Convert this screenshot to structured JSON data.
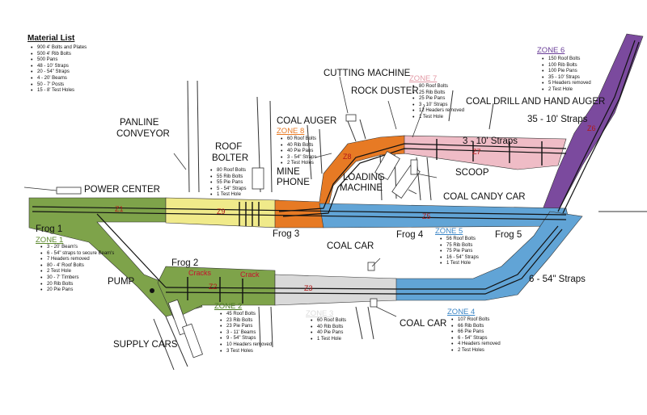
{
  "material_list": {
    "title": "Material List",
    "items": [
      "900 4' Bolts and Plates",
      "500 4' Rib Bolts",
      "500 Pans",
      "48 - 10' Straps",
      "20 - 54\" Straps",
      "4 - 20' Beams",
      "50 - 7' Posts",
      "15 - 8' Test Holes"
    ]
  },
  "zones": {
    "zone1": {
      "title": "ZONE 1",
      "items": [
        "3 - 20' Beam's",
        "6 - 54\" straps to secure Beam's",
        "7 Headers removed",
        "80 - 4' Roof Bolts",
        "2 Test Hole",
        "30 - 7' Timbers",
        "20 Rib Bolts",
        "20 Pie Pans"
      ]
    },
    "zone2": {
      "title": "ZONE 2",
      "items": [
        "45 Roof Bolts",
        "23 Rib Bolts",
        "23 Pie Pans",
        "3 - 11' Beams",
        "9 - 54\" Straps",
        "10 Headers removed",
        "3 Test Holes"
      ]
    },
    "zone3": {
      "title": "ZONE 3",
      "items": [
        "60 Roof Bolts",
        "40 Rib Bolts",
        "40 Pie Pans",
        "1 Test Hole"
      ]
    },
    "zone4": {
      "title": "ZONE 4",
      "items": [
        "107 Roof Bolts",
        "66 Rib Bolts",
        "66 Pie Pans",
        "6 - 54\" Straps",
        "4 Headers removed",
        "2 Test Holes"
      ]
    },
    "zone5": {
      "title": "ZONE 5",
      "items": [
        "56 Roof Bolts",
        "75 Rib Bolts",
        "75 Pie Pans",
        "16 - 54\" Straps",
        "1 Test Hole"
      ]
    },
    "zone6": {
      "title": "ZONE 6",
      "items": [
        "150 Roof Bolts",
        "100 Rib Bolts",
        "100 Pie Pans",
        "35 - 10' Straps",
        "5 Headers removed",
        "2 Test Hole"
      ]
    },
    "zone7": {
      "title": "ZONE 7",
      "items": [
        "80 Roof Bolts",
        "25 Rib Bolts",
        "25 Pie Pans",
        "3 - 10' Straps",
        "12 Headers removed",
        "1 Test Hole"
      ]
    },
    "zone8": {
      "title": "ZONE 8",
      "items": [
        "60 Roof Bolts",
        "40 Rib Bolts",
        "40 Pie Pans",
        "3 - 54\" Straps",
        "2 Test Holes"
      ]
    },
    "zone9": {
      "items": [
        "80 Roof Bolts",
        "55 Rib Bolts",
        "55 Pie Pans",
        "5 - 54\" Straps",
        "1 Test Hole"
      ]
    }
  },
  "labels": {
    "power_center": "POWER CENTER",
    "panline_conveyor_1": "PANLINE",
    "panline_conveyor_2": "CONVEYOR",
    "roof_bolter_1": "ROOF",
    "roof_bolter_2": "BOLTER",
    "cutting_machine": "CUTTING MACHINE",
    "rock_duster": "ROCK DUSTER",
    "coal_auger": "COAL AUGER",
    "mine_phone_1": "MINE",
    "mine_phone_2": "PHONE",
    "loading_machine_1": "LOADING",
    "loading_machine_2": "MACHINE",
    "scoop": "SCOOP",
    "coal_candy_car": "COAL CANDY CAR",
    "coal_drill": "COAL DRILL AND HAND AUGER",
    "straps_10": "35 - 10' Straps",
    "straps_10b": "3 - 10' Straps",
    "straps_54": "6 - 54\" Straps",
    "frog1": "Frog 1",
    "frog2": "Frog 2",
    "frog3": "Frog 3",
    "frog4": "Frog 4",
    "frog5": "Frog 5",
    "cracks": "Cracks",
    "crack": "Crack",
    "pump": "PUMP",
    "supply_cars": "SUPPLY CARS",
    "coal_car_1": "COAL CAR",
    "coal_car_2": "COAL CAR",
    "z1": "Z1",
    "z2": "Z2",
    "z3": "Z3",
    "z5": "Z5",
    "z6": "Z6",
    "z7": "Z7",
    "z8": "Z8",
    "z9": "Z9"
  },
  "colors": {
    "zone1": "#7ea34a",
    "zone2": "#7ea34a",
    "zone3": "#d9d9d9",
    "zone4": "#61a4d6",
    "zone5": "#61a4d6",
    "zone6": "#7b4a9e",
    "zone7": "#efbcc6",
    "zone8": "#e77a24",
    "zone9": "#f0ea8a",
    "track": "#111111"
  }
}
